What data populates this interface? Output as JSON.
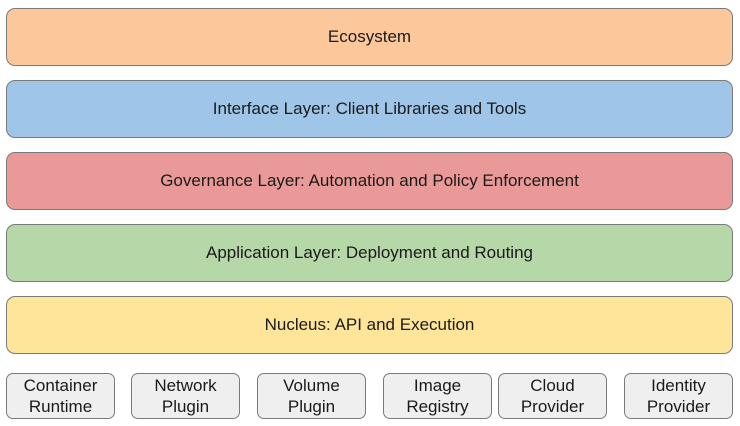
{
  "layers": [
    {
      "label": "Ecosystem",
      "color": "#fcc89b"
    },
    {
      "label": "Interface Layer: Client Libraries and Tools",
      "color": "#9fc5e8"
    },
    {
      "label": "Governance Layer: Automation and Policy Enforcement",
      "color": "#ea9999"
    },
    {
      "label": "Application Layer: Deployment and Routing",
      "color": "#b6d7a8"
    },
    {
      "label": "Nucleus: API and Execution",
      "color": "#ffe599"
    }
  ],
  "plugins": [
    {
      "line1": "Container",
      "line2": "Runtime"
    },
    {
      "line1": "Network",
      "line2": "Plugin"
    },
    {
      "line1": "Volume",
      "line2": "Plugin"
    },
    {
      "line1": "Image",
      "line2": "Registry"
    },
    {
      "line1": "Cloud",
      "line2": "Provider"
    },
    {
      "line1": "Identity",
      "line2": "Provider"
    }
  ],
  "plugin_color": "#efefef"
}
